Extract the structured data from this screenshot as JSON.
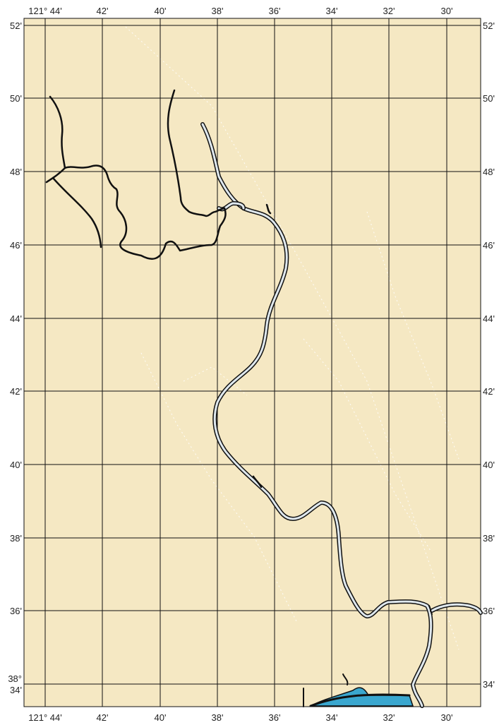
{
  "map": {
    "colors": {
      "land": "#f5e8c3",
      "grid": "#111111",
      "river_casing": "#111111",
      "river_fill": "#dfe8ee",
      "lake": "#3aa7cf",
      "frame": "#111111"
    },
    "top_labels": [
      "121° 44'",
      "42'",
      "40'",
      "38'",
      "36'",
      "34'",
      "32'",
      "30'"
    ],
    "bottom_labels": [
      "121° 44'",
      "42'",
      "40'",
      "38'",
      "36'",
      "34'",
      "32'",
      "30'"
    ],
    "left_labels": [
      "52'",
      "50'",
      "48'",
      "46'",
      "44'",
      "42'",
      "40'",
      "38'",
      "36'",
      "38°",
      "34'"
    ],
    "right_labels": [
      "52'",
      "50'",
      "48'",
      "46'",
      "44'",
      "42'",
      "40'",
      "38'",
      "36'",
      "34'"
    ]
  }
}
